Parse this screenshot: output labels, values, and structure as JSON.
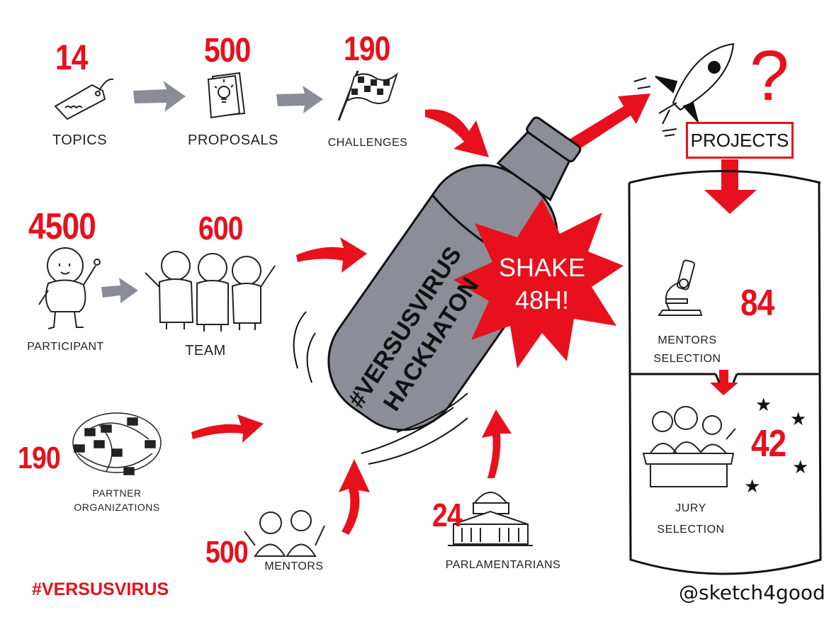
{
  "top_row": [
    {
      "value": "14",
      "label": "TOPICS",
      "icon": "tag-icon"
    },
    {
      "value": "500",
      "label": "PROPOSALS",
      "icon": "idea-paper-icon"
    },
    {
      "value": "190",
      "label": "CHALLENGES",
      "icon": "checkered-flag-icon"
    }
  ],
  "people_row": [
    {
      "value": "4500",
      "label": "PARTICIPANT",
      "icon": "participant-icon"
    },
    {
      "value": "600",
      "label": "TEAM",
      "icon": "team-icon"
    }
  ],
  "partners": {
    "value": "190",
    "label_line1": "PARTNER",
    "label_line2": "ORGANIZATIONS"
  },
  "mentors": {
    "value": "500",
    "label": "MENTORS"
  },
  "parliament": {
    "value": "24",
    "label": "PARLAMENTARIANS"
  },
  "bottle": {
    "line1": "#VERSUSVIRUS",
    "line2": "HACKHATON"
  },
  "burst": {
    "line1": "SHAKE",
    "line2": "48H!"
  },
  "projects": {
    "label": "PROJECTS",
    "question": "?"
  },
  "mentors_selection": {
    "value": "84",
    "line1": "MENTORS",
    "line2": "SELECTION"
  },
  "jury_selection": {
    "value": "42",
    "line1": "JURY",
    "line2": "SELECTION"
  },
  "brand": "#VERSUSVIRUS",
  "credit": "@sketch4good",
  "colors": {
    "red": "#e8101c",
    "grey": "#8a8d96",
    "bottle": "#8c8e97",
    "ink": "#1a1a1a"
  }
}
